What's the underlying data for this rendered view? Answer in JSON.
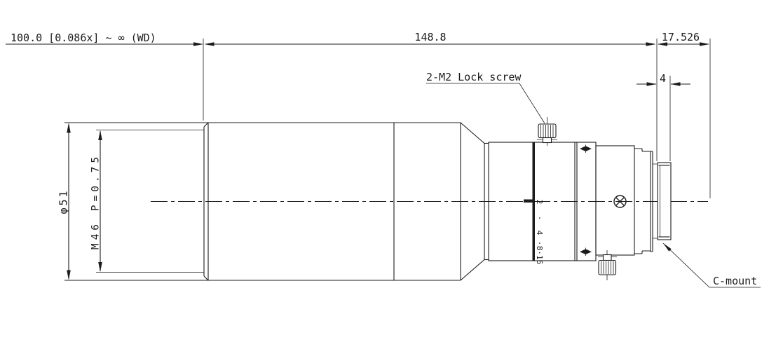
{
  "drawing": {
    "dimensions": {
      "working_distance": "100.0 [0.086x] ~ ∞  (WD)",
      "overall_length": "148.8",
      "flange_focal_distance": "17.526",
      "cmount_thread_length": "4",
      "front_diameter": "φ51",
      "filter_thread": "M46 P=0.75"
    },
    "labels": {
      "lock_screw": "2-M2 Lock screw",
      "c_mount": "C-mount"
    },
    "aperture_scale": {
      "f2": "2",
      "dot_a": "·",
      "f4": "4",
      "dot_b": "·",
      "f8_16": "8·16"
    },
    "colors": {
      "line": "#1c1c1c",
      "background": "#ffffff"
    }
  }
}
